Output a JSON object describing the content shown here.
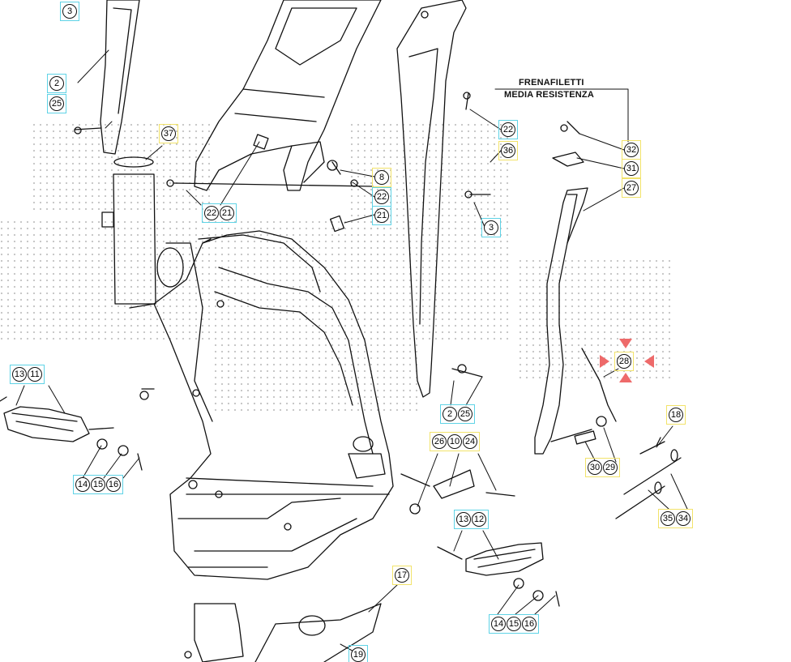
{
  "note": {
    "line1": "FRENAFILETTI",
    "line2": "MEDIA RESISTENZA"
  },
  "callouts": [
    {
      "id": "c-3-top",
      "nums": [
        "3"
      ],
      "color": "cyan"
    },
    {
      "id": "c-2-top",
      "nums": [
        "2"
      ],
      "color": "cyan"
    },
    {
      "id": "c-25-top",
      "nums": [
        "25"
      ],
      "color": "cyan"
    },
    {
      "id": "c-37",
      "nums": [
        "37"
      ],
      "color": "yellow"
    },
    {
      "id": "c-22-21-a",
      "nums": [
        "22",
        "21"
      ],
      "color": "cyan"
    },
    {
      "id": "c-8",
      "nums": [
        "8"
      ],
      "color": "yellow"
    },
    {
      "id": "c-22-b",
      "nums": [
        "22"
      ],
      "color": "cyan"
    },
    {
      "id": "c-21-b",
      "nums": [
        "21"
      ],
      "color": "cyan"
    },
    {
      "id": "c-22-c",
      "nums": [
        "22"
      ],
      "color": "cyan"
    },
    {
      "id": "c-36",
      "nums": [
        "36"
      ],
      "color": "yellow"
    },
    {
      "id": "c-3-mid",
      "nums": [
        "3"
      ],
      "color": "cyan"
    },
    {
      "id": "c-32",
      "nums": [
        "32"
      ],
      "color": "yellow"
    },
    {
      "id": "c-31",
      "nums": [
        "31"
      ],
      "color": "yellow"
    },
    {
      "id": "c-27",
      "nums": [
        "27"
      ],
      "color": "yellow"
    },
    {
      "id": "c-28",
      "nums": [
        "28"
      ],
      "color": "yellow"
    },
    {
      "id": "c-13-11",
      "nums": [
        "13",
        "11"
      ],
      "color": "cyan"
    },
    {
      "id": "c-14-15-16-a",
      "nums": [
        "14",
        "15",
        "16"
      ],
      "color": "cyan"
    },
    {
      "id": "c-2-25-b",
      "nums": [
        "2",
        "25"
      ],
      "color": "cyan"
    },
    {
      "id": "c-18",
      "nums": [
        "18"
      ],
      "color": "yellow"
    },
    {
      "id": "c-26-10-24",
      "nums": [
        "26",
        "10",
        "24"
      ],
      "color": "yellow"
    },
    {
      "id": "c-30-29",
      "nums": [
        "30",
        "29"
      ],
      "color": "yellow"
    },
    {
      "id": "c-13-12",
      "nums": [
        "13",
        "12"
      ],
      "color": "cyan"
    },
    {
      "id": "c-35-34",
      "nums": [
        "35",
        "34"
      ],
      "color": "yellow"
    },
    {
      "id": "c-17",
      "nums": [
        "17"
      ],
      "color": "yellow"
    },
    {
      "id": "c-14-15-16-b",
      "nums": [
        "14",
        "15",
        "16"
      ],
      "color": "cyan"
    },
    {
      "id": "c-19",
      "nums": [
        "19"
      ],
      "color": "cyan"
    }
  ],
  "colors": {
    "cyan": "#5fd3e6",
    "yellow": "#f2e36a",
    "marker": "#ee6a6a",
    "line": "#111111"
  }
}
